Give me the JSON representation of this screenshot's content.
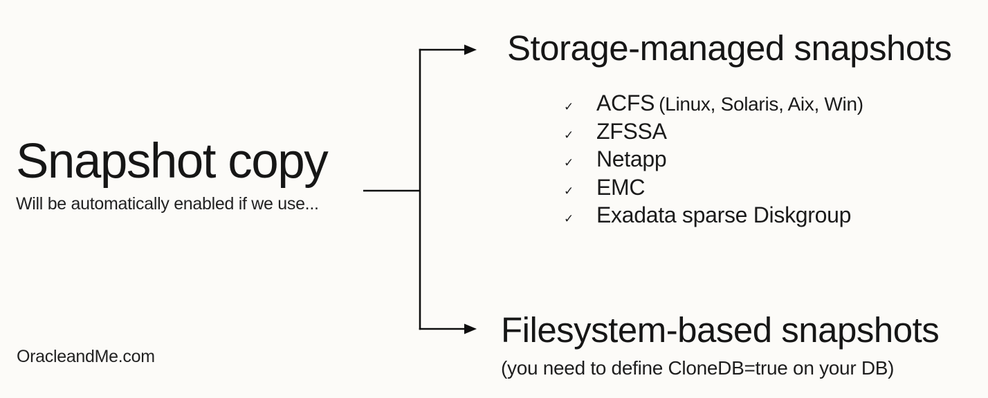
{
  "theme": {
    "background": "#fcfbf8",
    "text_color": "#1b1b1b",
    "line_color": "#0e0e0e"
  },
  "root": {
    "title": "Snapshot copy",
    "subtitle": "Will be automatically enabled if we use..."
  },
  "branches": {
    "storage": {
      "title": "Storage-managed snapshots",
      "items": [
        {
          "bullet": "✓",
          "label": "ACFS",
          "note": "(Linux, Solaris, Aix, Win)"
        },
        {
          "bullet": "✓",
          "label": "ZFSSA",
          "note": ""
        },
        {
          "bullet": "✓",
          "label": "Netapp",
          "note": ""
        },
        {
          "bullet": "✓",
          "label": "EMC",
          "note": ""
        },
        {
          "bullet": "✓",
          "label": "Exadata sparse Diskgroup",
          "note": ""
        }
      ]
    },
    "filesystem": {
      "title": "Filesystem-based snapshots",
      "subtitle": "(you need to define CloneDB=true on your DB)"
    }
  },
  "footer": {
    "website": "OracleandMe.com"
  }
}
